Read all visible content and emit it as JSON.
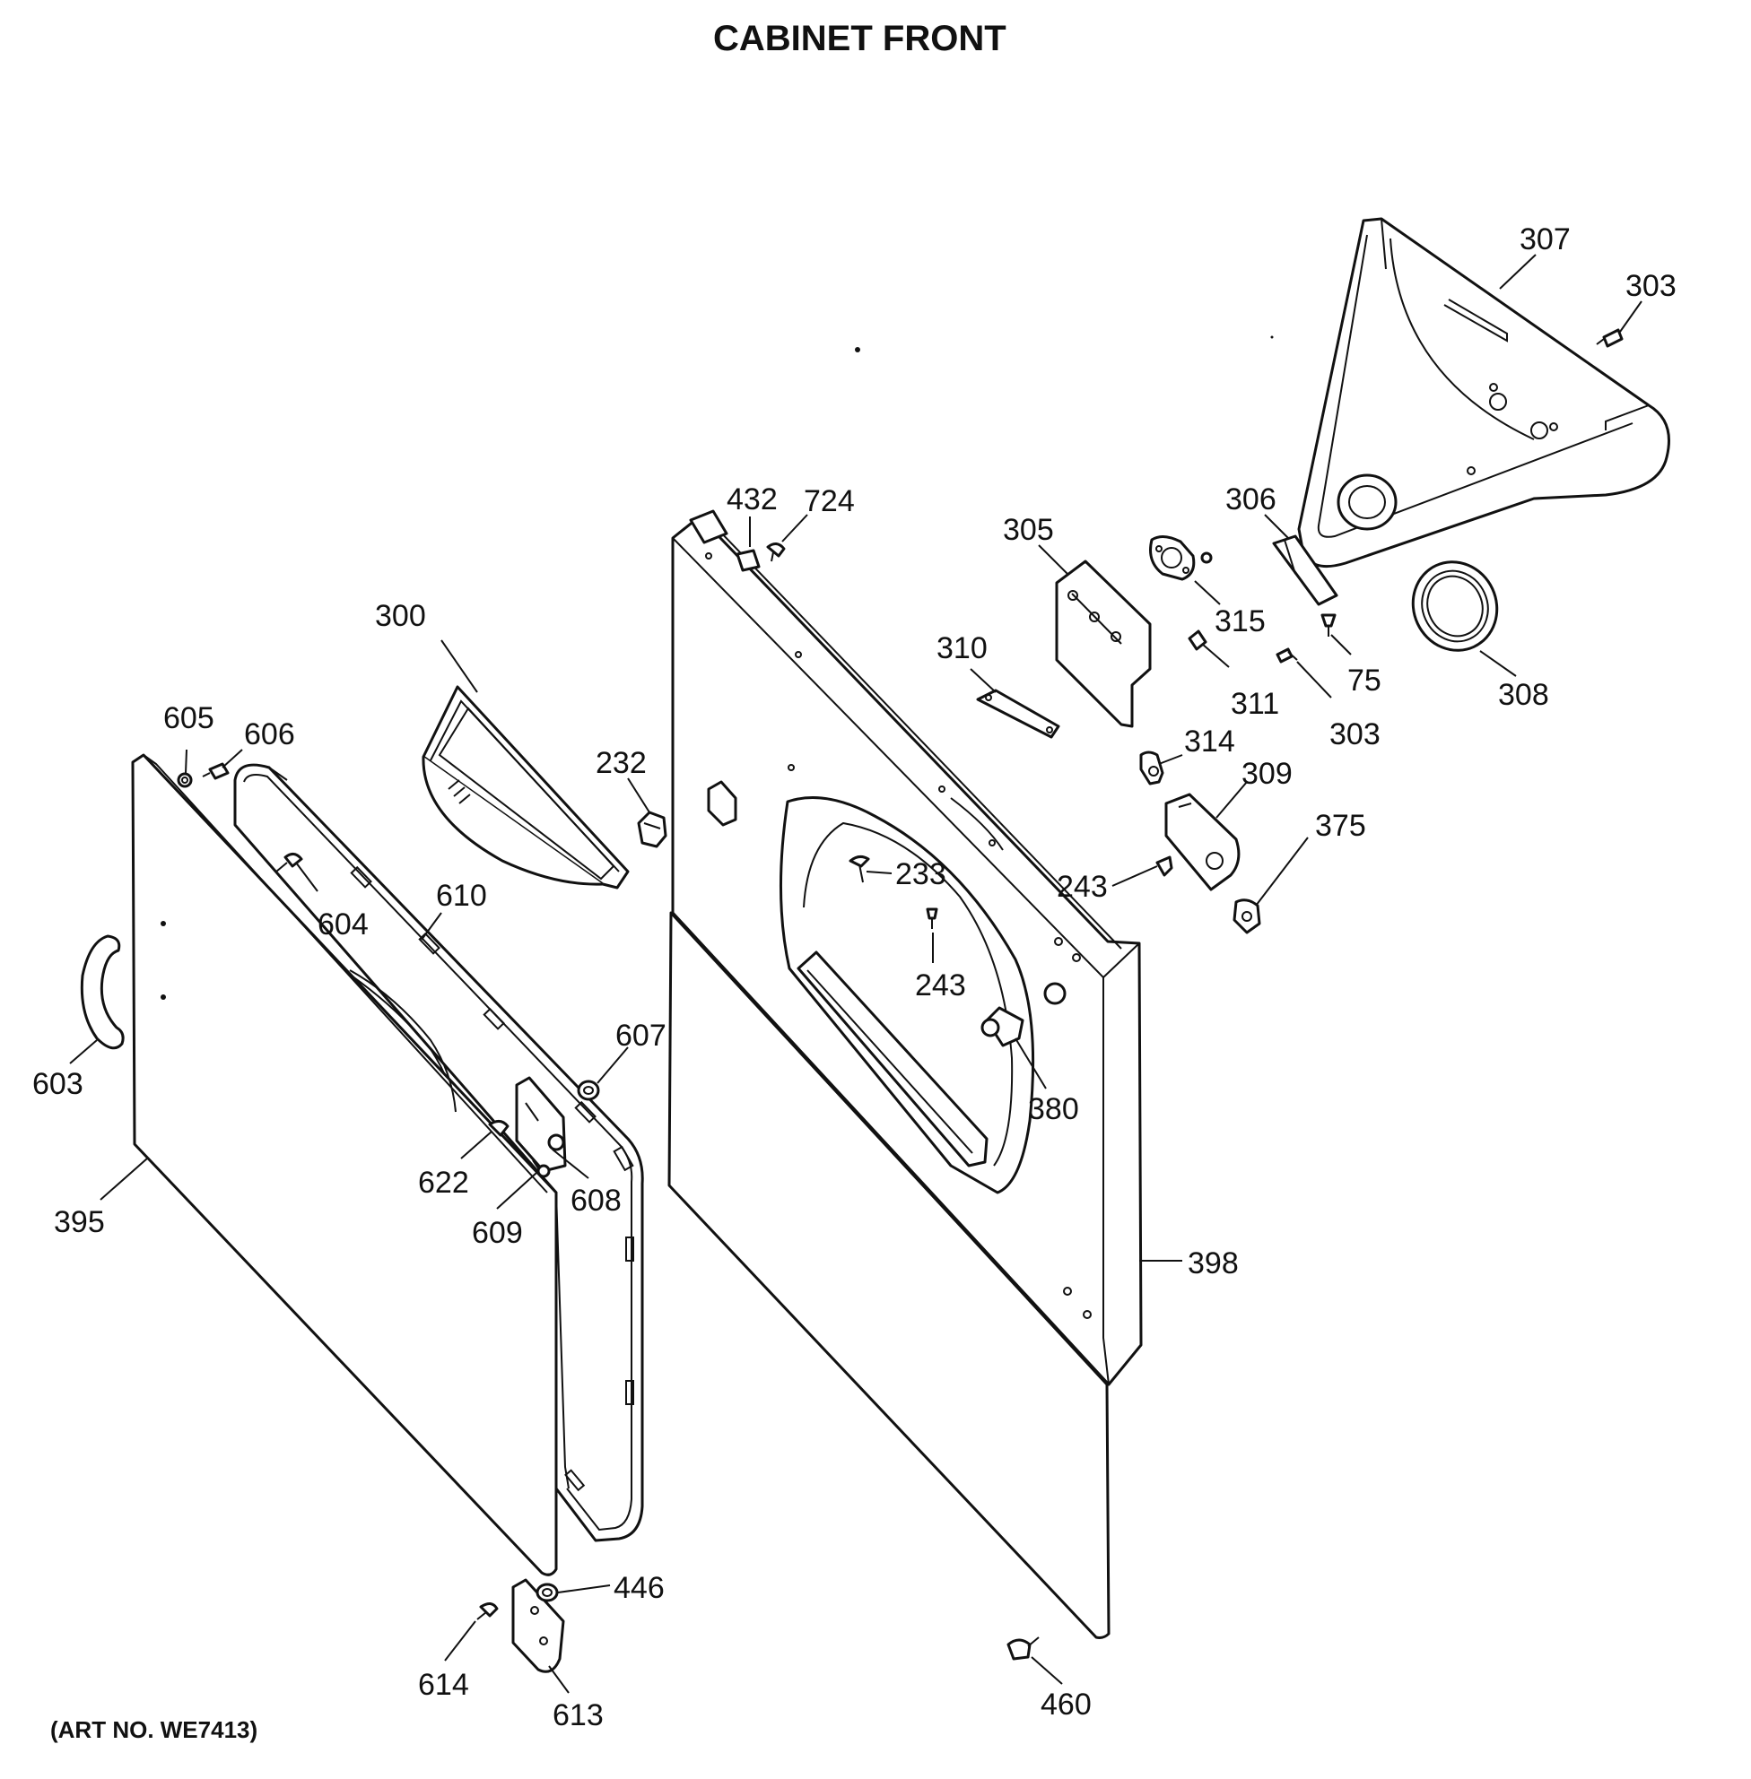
{
  "title": "CABINET FRONT",
  "art_number": "(ART NO. WE7413)",
  "callouts": [
    {
      "id": "c307",
      "label": "307"
    },
    {
      "id": "c303a",
      "label": "303"
    },
    {
      "id": "c432",
      "label": "432"
    },
    {
      "id": "c724",
      "label": "724"
    },
    {
      "id": "c305",
      "label": "305"
    },
    {
      "id": "c306",
      "label": "306"
    },
    {
      "id": "c315",
      "label": "315"
    },
    {
      "id": "c300",
      "label": "300"
    },
    {
      "id": "c310",
      "label": "310"
    },
    {
      "id": "c311",
      "label": "311"
    },
    {
      "id": "c75",
      "label": "75"
    },
    {
      "id": "c303b",
      "label": "303"
    },
    {
      "id": "c308",
      "label": "308"
    },
    {
      "id": "c605",
      "label": "605"
    },
    {
      "id": "c606",
      "label": "606"
    },
    {
      "id": "c232",
      "label": "232"
    },
    {
      "id": "c314",
      "label": "314"
    },
    {
      "id": "c309",
      "label": "309"
    },
    {
      "id": "c375",
      "label": "375"
    },
    {
      "id": "c233",
      "label": "233"
    },
    {
      "id": "c243a",
      "label": "243"
    },
    {
      "id": "c610",
      "label": "610"
    },
    {
      "id": "c604",
      "label": "604"
    },
    {
      "id": "c243b",
      "label": "243"
    },
    {
      "id": "c603",
      "label": "603"
    },
    {
      "id": "c607",
      "label": "607"
    },
    {
      "id": "c380",
      "label": "380"
    },
    {
      "id": "c622",
      "label": "622"
    },
    {
      "id": "c608",
      "label": "608"
    },
    {
      "id": "c395",
      "label": "395"
    },
    {
      "id": "c609",
      "label": "609"
    },
    {
      "id": "c398",
      "label": "398"
    },
    {
      "id": "c446",
      "label": "446"
    },
    {
      "id": "c614",
      "label": "614"
    },
    {
      "id": "c613",
      "label": "613"
    },
    {
      "id": "c460",
      "label": "460"
    }
  ]
}
